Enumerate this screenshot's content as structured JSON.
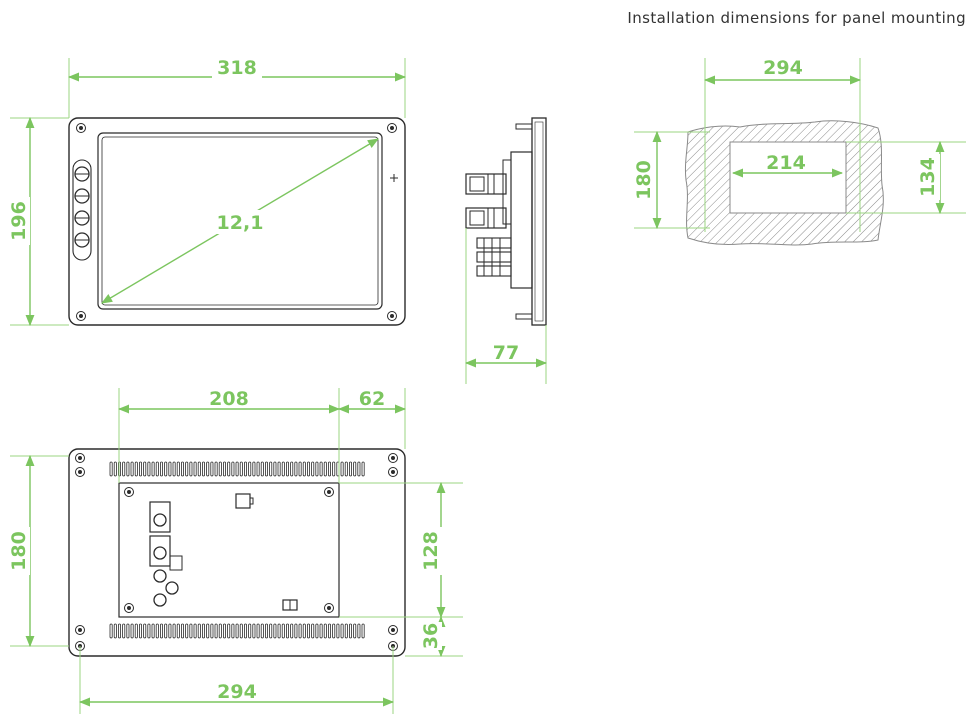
{
  "caption": "Installation dimensions for panel mounting",
  "front_view": {
    "width": "318",
    "height": "196",
    "diagonal": "12,1"
  },
  "side_view": {
    "depth": "77"
  },
  "rear_view": {
    "offset_left": "208",
    "offset_right": "62",
    "height": "180",
    "inner_height": "128",
    "bottom_offset": "36",
    "hole_spacing": "294"
  },
  "cutout": {
    "outer_width": "294",
    "outer_height": "180",
    "inner_width": "214",
    "inner_height": "134"
  },
  "colors": {
    "dimension": "#7cc55f",
    "ink": "#2b2b2b",
    "hatch": "#8a8a8a"
  }
}
